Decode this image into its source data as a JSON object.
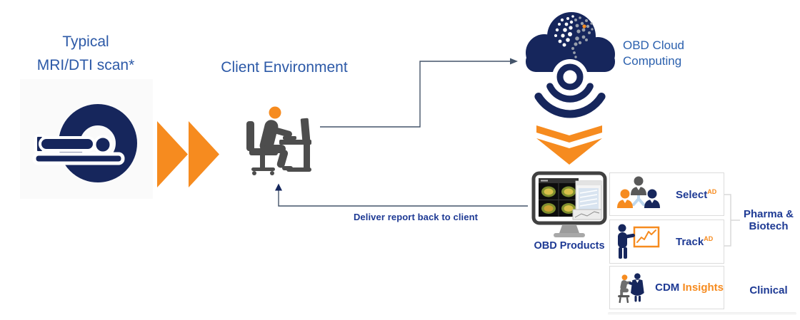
{
  "labels": {
    "scan_title_line1": "Typical",
    "scan_title_line2": "MRI/DTI scan*",
    "client_env": "Client Environment",
    "cloud_line1": "OBD Cloud",
    "cloud_line2": "Computing",
    "deliver": "Deliver report back to client",
    "obd_products": "OBD Products",
    "pharma_line1": "Pharma &",
    "pharma_line2": "Biotech",
    "clinical": "Clinical"
  },
  "products": [
    {
      "name": "Select",
      "sup": "AD"
    },
    {
      "name": "Track",
      "sup": "AD"
    },
    {
      "name": "CDM",
      "accent": "Insights"
    }
  ],
  "icons": {
    "mri": "mri-scanner-icon",
    "fast_forward": "fast-forward-icon",
    "person_desk": "person-at-desk-icon",
    "cloud": "cloud-computing-icon",
    "wifi": "wifi-signal-icon",
    "down_arrow": "double-down-arrow-icon",
    "monitor": "monitor-brain-scans-icon",
    "select_team": "team-people-icon",
    "track_presenter": "presenter-chart-icon",
    "cdm_doctor": "doctor-patient-icon"
  },
  "colors": {
    "navy": "#16265C",
    "orange": "#F68B1F",
    "heading_blue": "#2C59A7",
    "label_navy": "#1E3A94",
    "connector": "#44546A",
    "bracket": "#D9D9D9",
    "gray_figure": "#4D4D4D",
    "link_blue": "#BDD7EE"
  }
}
